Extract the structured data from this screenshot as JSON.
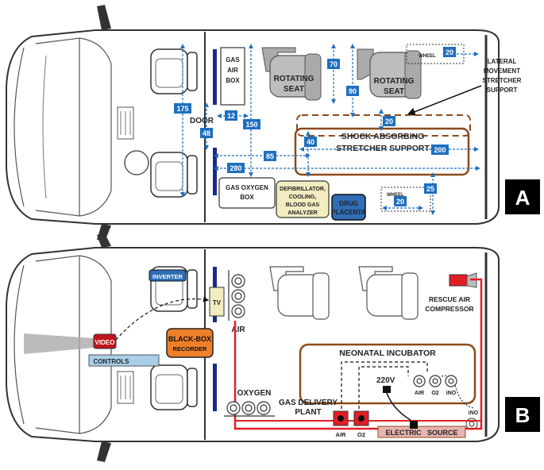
{
  "panels": [
    {
      "id": "A",
      "letter": "A"
    },
    {
      "id": "B",
      "letter": "B"
    }
  ],
  "panel_a": {
    "labels": {
      "door": "DOOR",
      "gas_air_box": [
        "GAS",
        "AIR",
        "BOX"
      ],
      "rotating_seat_1": [
        "ROTATING",
        "SEAT"
      ],
      "rotating_seat_2": [
        "ROTATING",
        "SEAT"
      ],
      "lateral": [
        "LATERAL",
        "MOVEMENT",
        "STRETCHER",
        "SUPPORT"
      ],
      "shock": [
        "SHOCK ABSORBING",
        "STRETCHER  SUPPORT"
      ],
      "gas_oxygen_box": [
        "GAS OXYGEN",
        "BOX"
      ],
      "defib": [
        "DEFIBRILLATOR,",
        "COOLING,",
        "BLOOD GAS",
        "ANALYZER"
      ],
      "drug": [
        "DRUG",
        "PLACENTA"
      ],
      "wheel_top": "WHEEL",
      "wheel_bottom": "WHEEL"
    },
    "dimensions": {
      "d175": "175",
      "d48": "48",
      "d12": "12",
      "d150": "150",
      "d70": "70",
      "d90": "90",
      "d20_top": "20",
      "d20_mid": "20",
      "d40": "40",
      "d85": "85",
      "d280": "280",
      "d200": "200",
      "d25": "25",
      "d20_wheel": "20"
    }
  },
  "panel_b": {
    "labels": {
      "inverter": "INVERTER",
      "tv": "TV",
      "air": "AIR",
      "video": "VIDEO",
      "controls": "CONTROLS",
      "black_box": [
        "BLACK-BOX",
        "RECORDER"
      ],
      "rescue": [
        "RESCUE AIR",
        "COMPRESSOR"
      ],
      "incubator": "NEONATAL INCUBATOR",
      "v220": "220V",
      "inc_air": "AIR",
      "inc_o2": "O2",
      "inc_ino": "iNO",
      "ino_side": "iNO",
      "oxygen": "OXYGEN",
      "gas_delivery": [
        "GAS DELIVERY",
        "PLANT"
      ],
      "plant_air": "AIR",
      "plant_o2": "O2",
      "electric": "ELECTRIC   SOURCE"
    }
  },
  "colors": {
    "dim_box": "#1f6fbf",
    "brown": "#8b4a1c",
    "red_line": "#e31e24",
    "orange": "#f07f2a",
    "drug_blue": "#2f6db5",
    "controls_blue": "#a9cfe8",
    "tv_yellow": "#f3ecc0",
    "defib_fill": "#f3ecc0",
    "electric_fill": "#e8b4b0",
    "navy": "#1b2a8a",
    "video_red": "#c0141c"
  }
}
